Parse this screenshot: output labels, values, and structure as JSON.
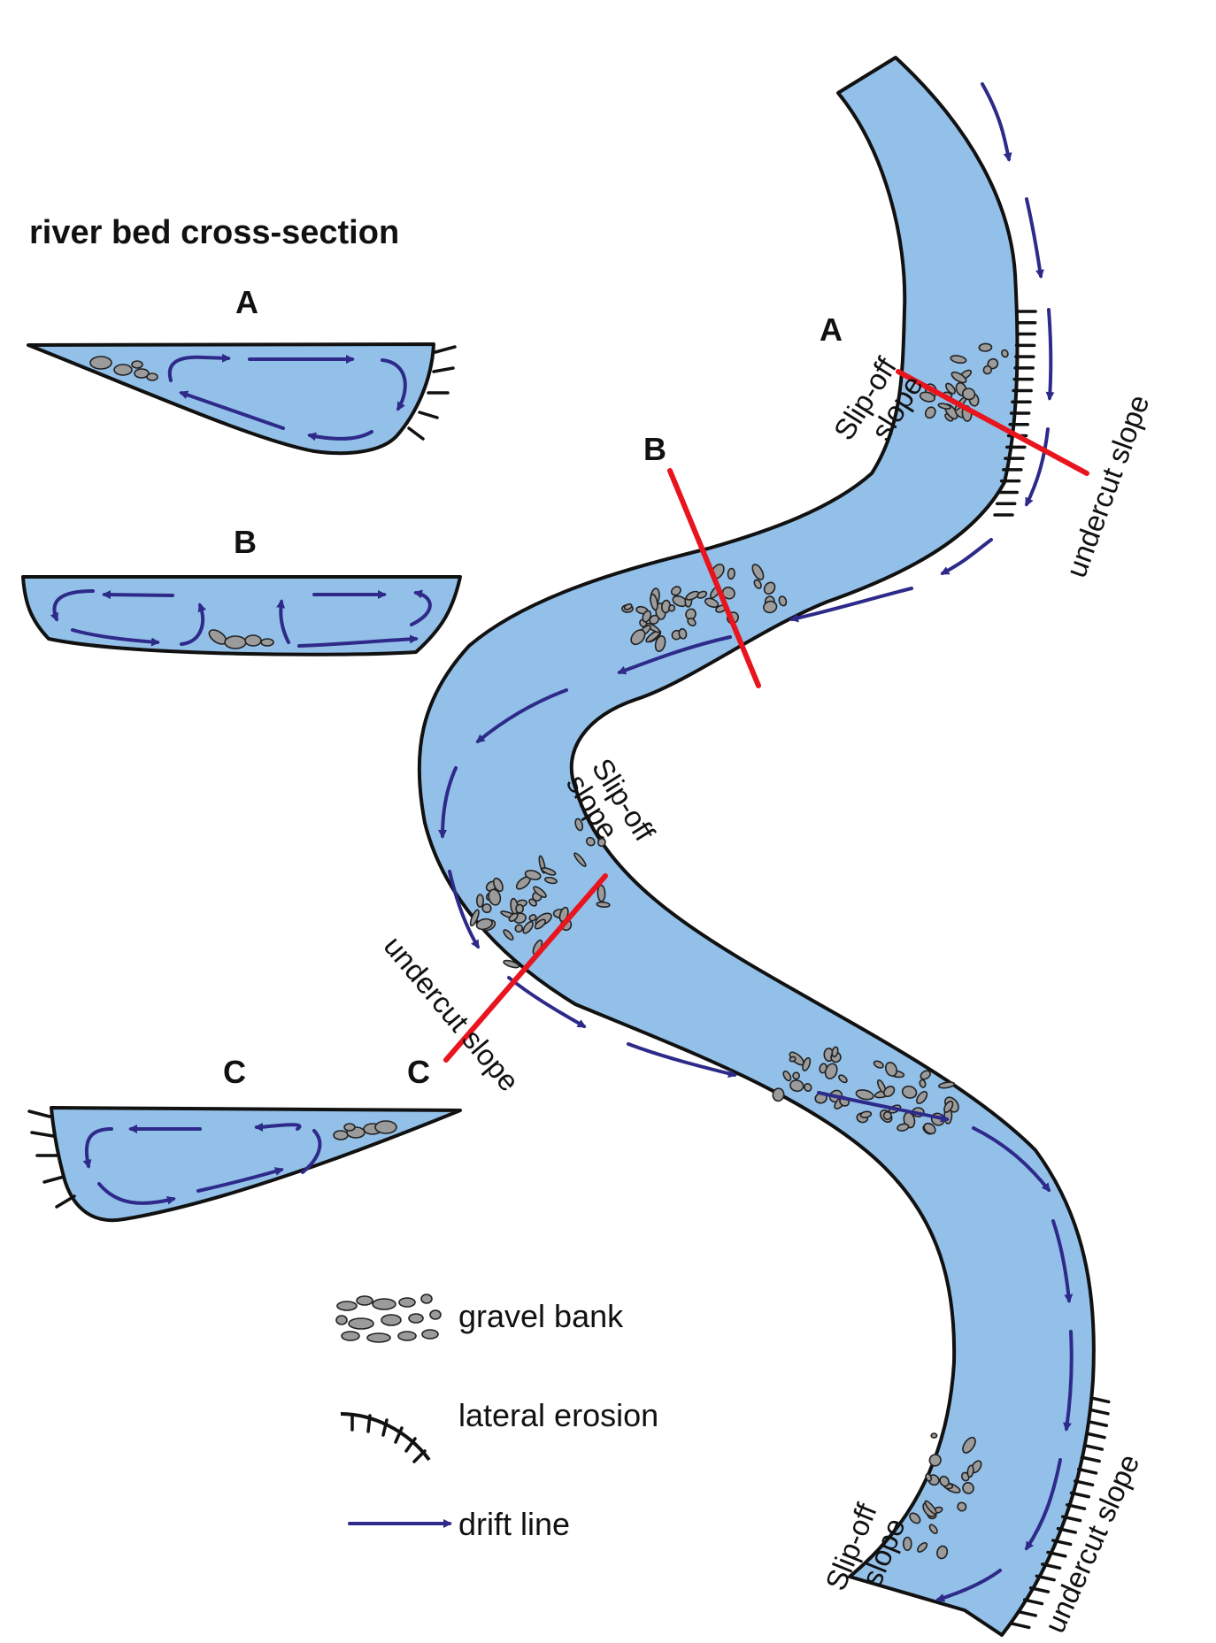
{
  "title": "river bed cross-section",
  "sections": [
    {
      "id": "A",
      "label": "A"
    },
    {
      "id": "B",
      "label": "B"
    },
    {
      "id": "C",
      "label": "C"
    }
  ],
  "river_labels": {
    "cut_A": "A",
    "cut_B": "B",
    "cut_C": "C",
    "slip_off_1": [
      "Slip-off",
      "slope"
    ],
    "undercut_1": "undercut slope",
    "slip_off_2": [
      "Slip-off",
      "slope"
    ],
    "undercut_2": "undercut slope",
    "slip_off_3": [
      "Slip-off",
      "slope"
    ],
    "undercut_3": "undercut slope"
  },
  "legend": {
    "gravel": "gravel bank",
    "erosion": "lateral erosion",
    "drift": "drift line"
  },
  "colors": {
    "water": "#93c0e8",
    "drift_line": "#2e2a8a",
    "section_line": "#e8141e",
    "gravel": "#9b9b9b",
    "outline": "#111111"
  }
}
